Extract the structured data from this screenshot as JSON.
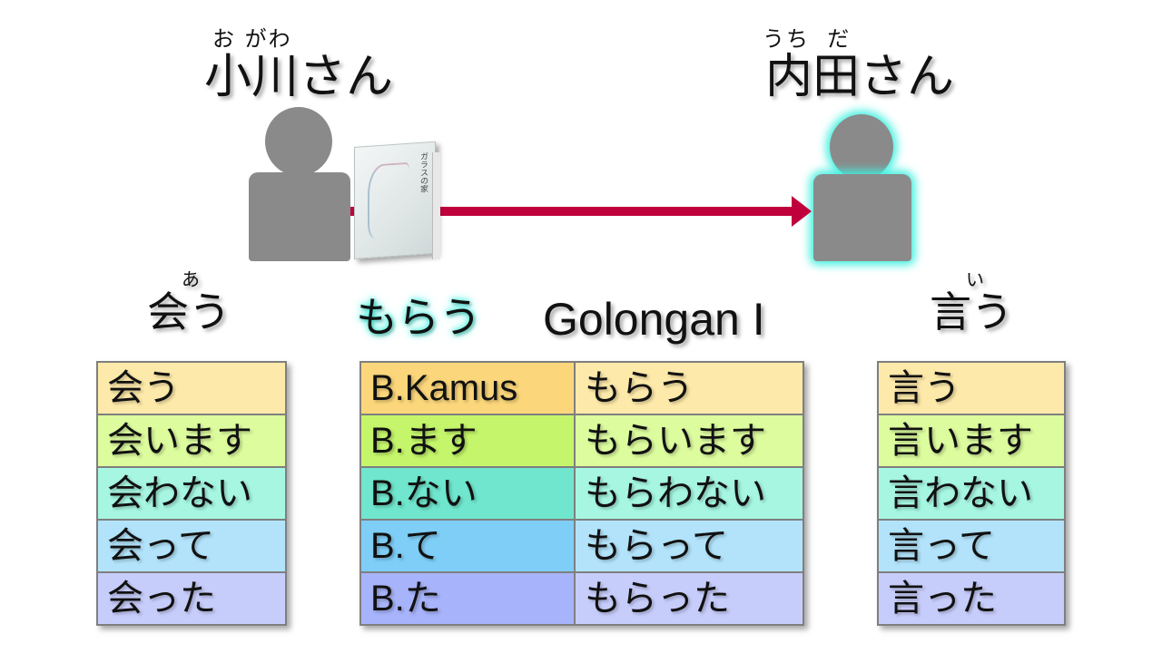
{
  "people": {
    "giver": {
      "furigana": "お がわ",
      "name": "小川さん"
    },
    "receiver": {
      "furigana": "うち  だ",
      "name": "内田さん"
    }
  },
  "book": {
    "title_text": "ガラスの家"
  },
  "headings": {
    "au": {
      "ruby": "あ",
      "text": "会う"
    },
    "morau": {
      "text": "もらう"
    },
    "golongan": {
      "text": "Golongan I"
    },
    "iu": {
      "ruby": "い",
      "text": "言う"
    }
  },
  "tables": {
    "au": [
      "会う",
      "会います",
      "会わない",
      "会って",
      "会った"
    ],
    "morau": {
      "labels": [
        "B.Kamus",
        "B.ます",
        "B.ない",
        "B.て",
        "B.た"
      ],
      "forms": [
        "もらう",
        "もらいます",
        "もらわない",
        "もらって",
        "もらった"
      ]
    },
    "iu": [
      "言う",
      "言います",
      "言わない",
      "言って",
      "言った"
    ]
  },
  "colors": {
    "arrow": "#c0003c",
    "glow": "#3ff0df",
    "person": "#8a8a8a",
    "row_colors": [
      "#fde9a9",
      "#dcfc9e",
      "#a6f6e2",
      "#b2e3fb",
      "#c7cdfb"
    ]
  }
}
